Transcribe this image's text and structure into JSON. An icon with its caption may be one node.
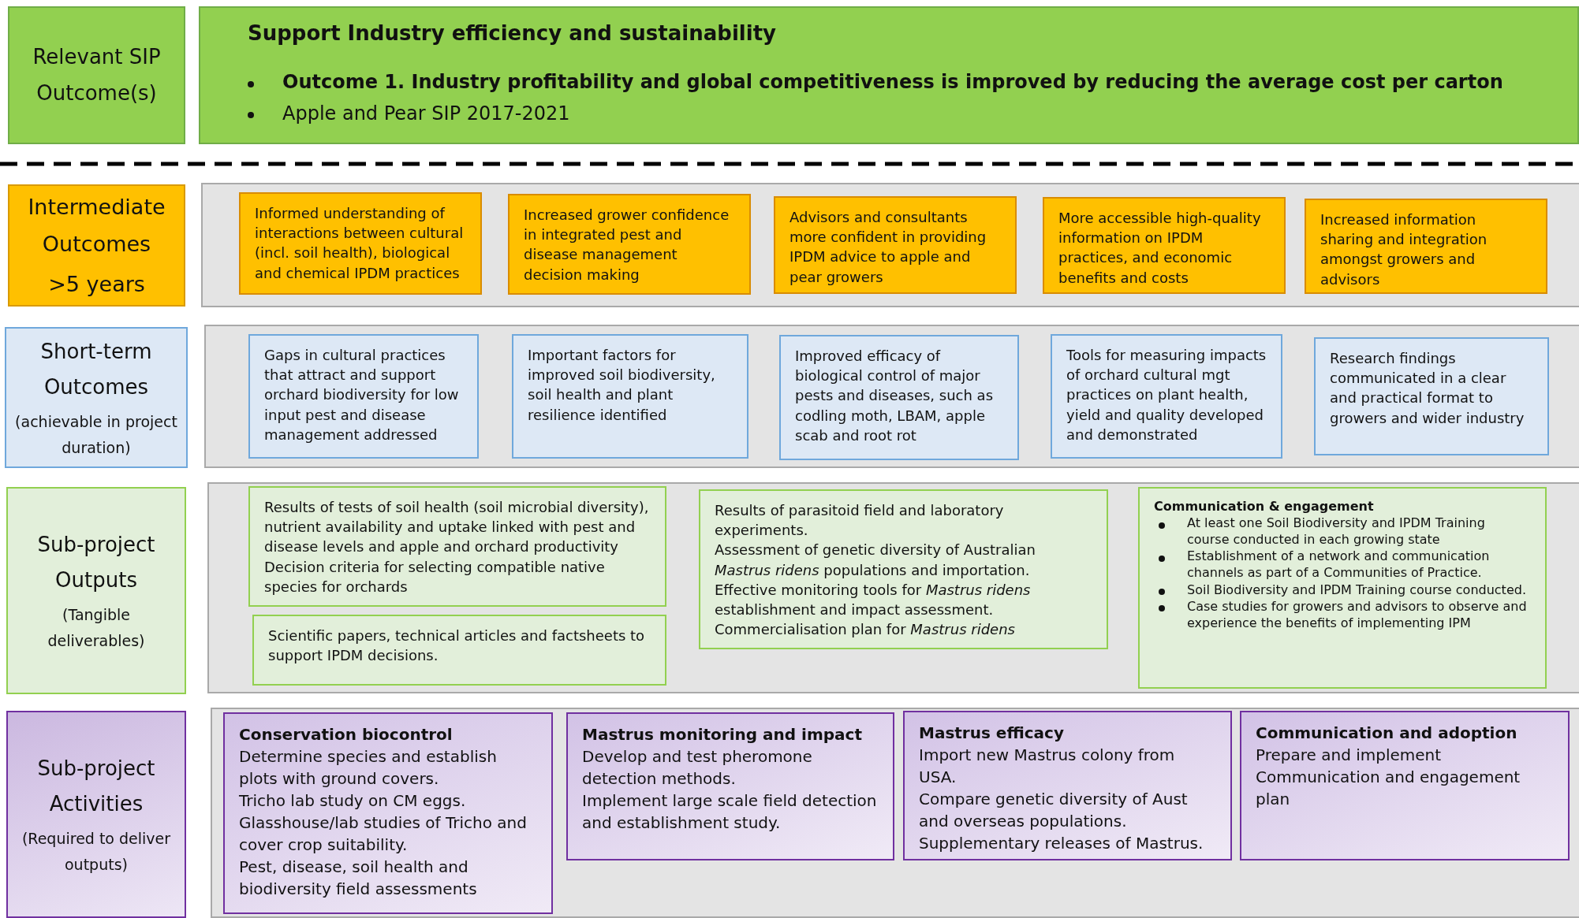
{
  "diagram": {
    "nodes": [
      {
        "text": [
          "Relevant SIP Outcome(s)"
        ]
      },
      {
        "text": [
          "Support Industry efficiency and sustainability",
          "Outcome 1. Industry profitability and global competitiveness is improved by reducing the average cost per carton",
          "Apple and Pear SIP 2017-2021"
        ]
      },
      {
        "text": [
          "Intermediate Outcomes",
          ">5 years"
        ]
      },
      {
        "text": [
          "Informed understanding of interactions between cultural (incl. soil health), biological and chemical IPDM practices"
        ]
      },
      {
        "text": [
          "Increased grower confidence in integrated pest and disease management decision making"
        ]
      },
      {
        "text": [
          "Advisors and consultants more confident in providing IPDM advice to apple and pear growers"
        ]
      },
      {
        "text": [
          "More accessible high-quality information on IPDM practices, and economic benefits and costs"
        ]
      },
      {
        "text": [
          "Increased information sharing and integration amongst growers and advisors"
        ]
      },
      {
        "text": [
          "Short-term Outcomes",
          "(achievable in project duration)"
        ]
      },
      {
        "text": [
          "Gaps in cultural practices that attract and support orchard biodiversity for low input pest and disease management addressed"
        ]
      },
      {
        "text": [
          "Important factors for improved soil biodiversity, soil health and plant resilience identified"
        ]
      },
      {
        "text": [
          "Improved efficacy of biological control of major pests and diseases, such as codling moth, LBAM, apple scab and root rot"
        ]
      },
      {
        "text": [
          "Tools for measuring impacts of orchard cultural mgt practices on plant health, yield and quality developed and demonstrated"
        ]
      },
      {
        "text": [
          "Research findings communicated in a clear and practical format to growers and wider industry"
        ]
      },
      {
        "text": [
          "Sub-project Outputs",
          "(Tangible deliverables)"
        ]
      },
      {
        "text": [
          "Results of tests of soil health (soil microbial diversity), nutrient availability and uptake linked with pest and disease levels and apple and orchard productivity",
          "Decision criteria for selecting compatible native species for orchards"
        ]
      },
      {
        "text": [
          "Scientific papers, technical articles and factsheets to support IPDM decisions."
        ]
      },
      {
        "text": [
          "Results of parasitoid field and laboratory experiments.",
          "Assessment of genetic diversity of Australian *Mastrus ridens* populations and importation.",
          "Effective monitoring tools for *Mastrus ridens* establishment and impact assessment.",
          "Commercialisation plan for *Mastrus ridens*"
        ]
      },
      {
        "text": [
          "Communication & engagement",
          "At least one Soil Biodiversity and IPDM Training course conducted in each growing state",
          "Establishment of a network and communication channels as part of a Communities of Practice.",
          "Soil Biodiversity and IPDM Training course conducted.",
          "Case studies for growers and advisors to observe and experience the benefits of implementing IPM"
        ]
      },
      {
        "text": [
          "Sub-project Activities",
          "(Required to deliver outputs)"
        ]
      },
      {
        "text": [
          "Conservation biocontrol",
          "Determine species and establish plots with ground covers.",
          "Tricho lab study on CM eggs.",
          "Glasshouse/lab studies of Tricho and cover crop suitability.",
          "Pest, disease, soil health and biodiversity field assessments"
        ]
      },
      {
        "text": [
          "Mastrus monitoring and impact",
          "Develop and test pheromone detection methods.",
          "Implement large scale field detection and establishment study."
        ]
      },
      {
        "text": [
          "Mastrus efficacy",
          "Import new Mastrus colony from USA.",
          "Compare genetic diversity of Aust and overseas populations.",
          "Supplementary releases of Mastrus."
        ]
      },
      {
        "text": [
          "Communication and adoption",
          "Prepare and implement Communication and engagement plan"
        ]
      }
    ]
  }
}
